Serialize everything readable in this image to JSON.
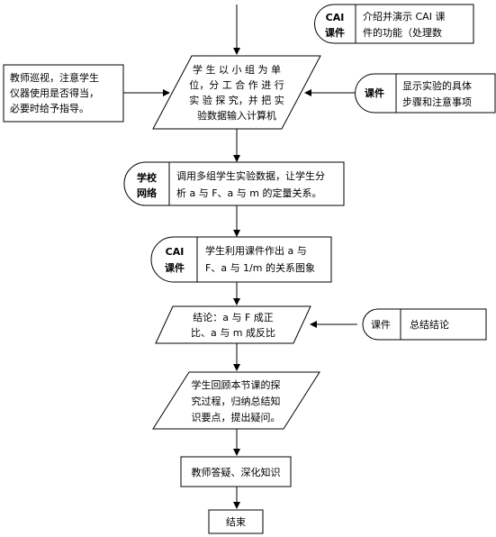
{
  "top_cai": {
    "label_lines": [
      "CAI",
      "课件"
    ],
    "text_lines": [
      "介绍并演示 CAI 课",
      "件的功能（处理数"
    ]
  },
  "teacher_patrol": {
    "text_lines": [
      "教师巡视，注意学生",
      "仪器使用是否得当，",
      "必要时给予指导。"
    ]
  },
  "group_experiment": {
    "text_lines": [
      "学 生 以 小 组 为 单",
      "位，分 工 合 作 进 行",
      "实 验 探 究，并 把 实",
      "验数据输入计算机"
    ]
  },
  "courseware_steps": {
    "label": "课件",
    "text_lines": [
      "显示实验的具体",
      "步骤和注意事项"
    ]
  },
  "school_network": {
    "label_lines": [
      "学校",
      "网络"
    ],
    "text_lines": [
      "调用多组学生实验数据，让学生分",
      "析 a 与 F、a 与 m 的定量关系。"
    ]
  },
  "cai_graph": {
    "label_lines": [
      "CAI",
      "课件"
    ],
    "text_lines": [
      "学生利用课件作出 a 与",
      "F、a 与 1/m 的关系图象"
    ]
  },
  "conclusion": {
    "text_lines": [
      "结论：a 与 F 成正",
      "比、a 与 m 成反比"
    ]
  },
  "courseware_summary": {
    "label": "课件",
    "text": "总结结论"
  },
  "review": {
    "text_lines": [
      "学生回顾本节课的探",
      "究过程，归纳总结知",
      "识要点，提出疑问。"
    ]
  },
  "teacher_answer": {
    "text": "教师答疑、深化知识"
  },
  "end": {
    "text": "结束"
  }
}
